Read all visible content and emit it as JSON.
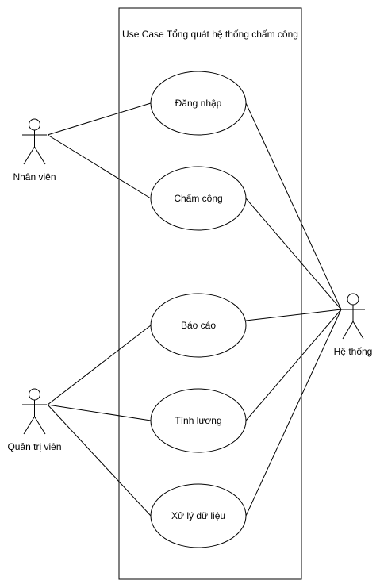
{
  "diagram": {
    "system": {
      "title": "Use Case Tổng quát hệ thống chấm công"
    },
    "actors": {
      "nhan_vien": {
        "label": "Nhân viên"
      },
      "quan_tri_vien": {
        "label": "Quản trị viên"
      },
      "he_thong": {
        "label": "Hệ thống"
      }
    },
    "use_cases": {
      "dang_nhap": {
        "label": "Đăng nhập"
      },
      "cham_cong": {
        "label": "Chấm công"
      },
      "bao_cao": {
        "label": "Báo cáo"
      },
      "tinh_luong": {
        "label": "Tính lương"
      },
      "xu_ly_du_lieu": {
        "label": "Xử lý dữ liệu"
      }
    },
    "associations": [
      {
        "from": "nhan_vien",
        "to": "dang_nhap"
      },
      {
        "from": "nhan_vien",
        "to": "cham_cong"
      },
      {
        "from": "quan_tri_vien",
        "to": "bao_cao"
      },
      {
        "from": "quan_tri_vien",
        "to": "tinh_luong"
      },
      {
        "from": "quan_tri_vien",
        "to": "xu_ly_du_lieu"
      },
      {
        "from": "he_thong",
        "to": "dang_nhap"
      },
      {
        "from": "he_thong",
        "to": "cham_cong"
      },
      {
        "from": "he_thong",
        "to": "bao_cao"
      },
      {
        "from": "he_thong",
        "to": "tinh_luong"
      },
      {
        "from": "he_thong",
        "to": "xu_ly_du_lieu"
      }
    ],
    "colors": {
      "stroke": "#000000",
      "fill": "#ffffff",
      "text": "#000000"
    }
  }
}
